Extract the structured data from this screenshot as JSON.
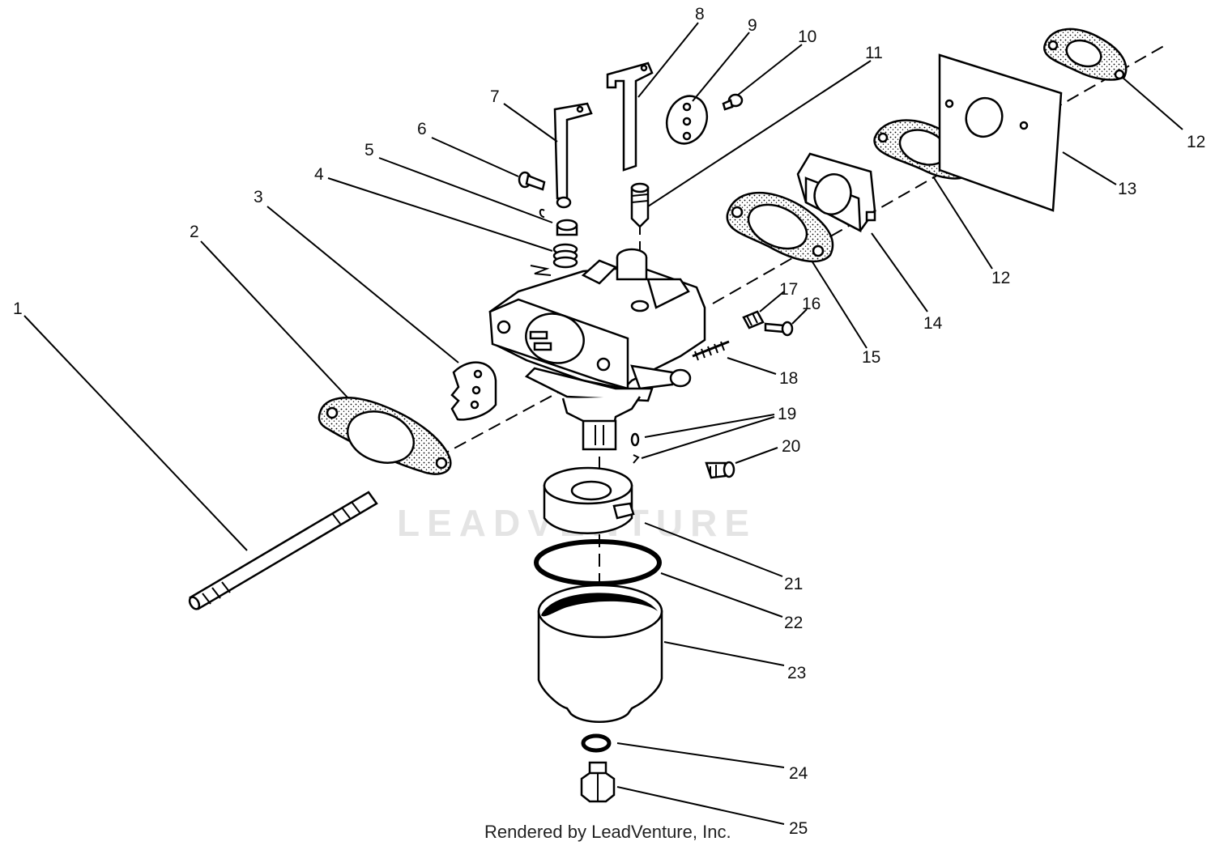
{
  "watermark": "LEADVENTURE",
  "footer": "Rendered by LeadVenture, Inc.",
  "callouts": {
    "c1": "1",
    "c2": "2",
    "c3": "3",
    "c4": "4",
    "c5": "5",
    "c6": "6",
    "c7": "7",
    "c8": "8",
    "c9": "9",
    "c10": "10",
    "c11": "11",
    "c12a": "12",
    "c12b": "12",
    "c13": "13",
    "c14": "14",
    "c15": "15",
    "c16": "16",
    "c17": "17",
    "c18": "18",
    "c19": "19",
    "c20": "20",
    "c21": "21",
    "c22": "22",
    "c23": "23",
    "c24": "24",
    "c25": "25"
  }
}
